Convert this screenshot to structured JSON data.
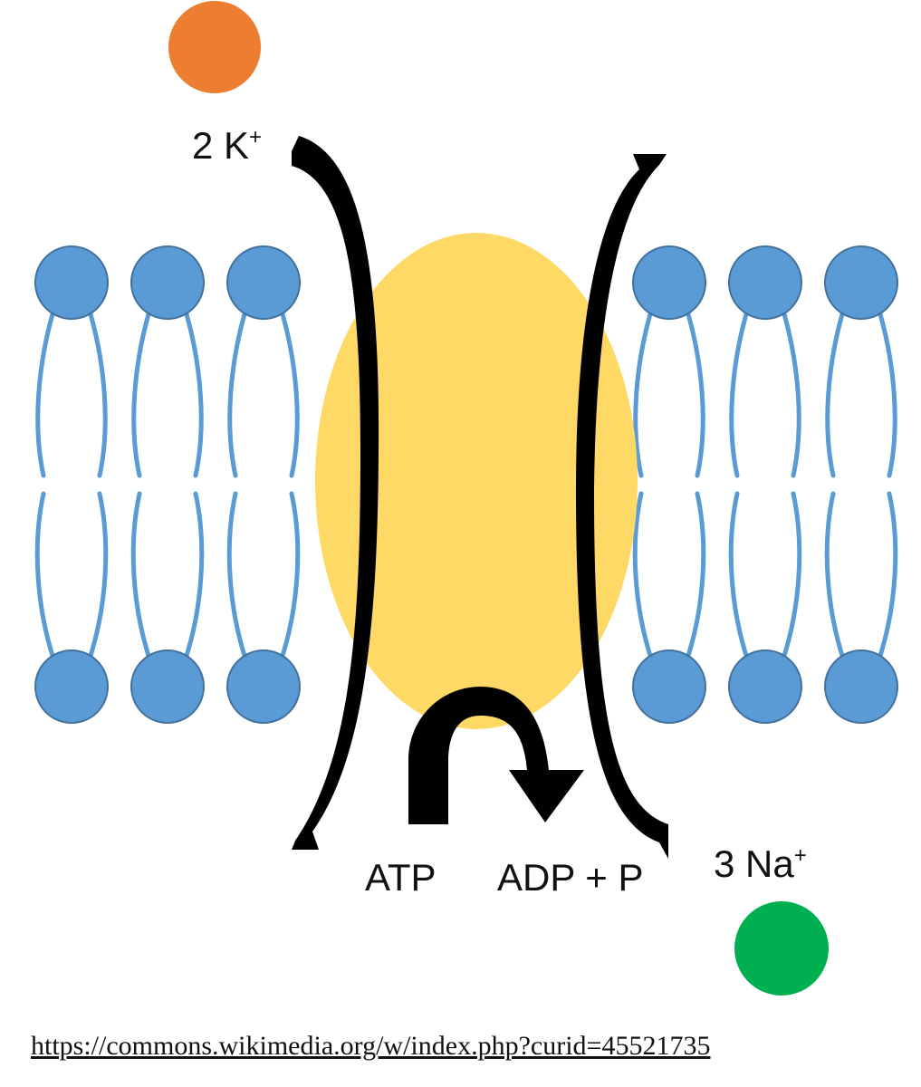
{
  "labels": {
    "k_count": "2 K",
    "k_charge": "+",
    "na_count": "3 Na",
    "na_charge": "+",
    "atp": "ATP",
    "adp": "ADP + P"
  },
  "source_url": "https://commons.wikimedia.org/w/index.php?curid=45521735",
  "colors": {
    "potassium_ion": "#ED7D31",
    "sodium_ion": "#00B050",
    "pump_protein": "#FFD966",
    "phospholipid_head": "#5B9BD5",
    "lipid_tail": "#5B9BD5",
    "arrow": "#000000"
  }
}
